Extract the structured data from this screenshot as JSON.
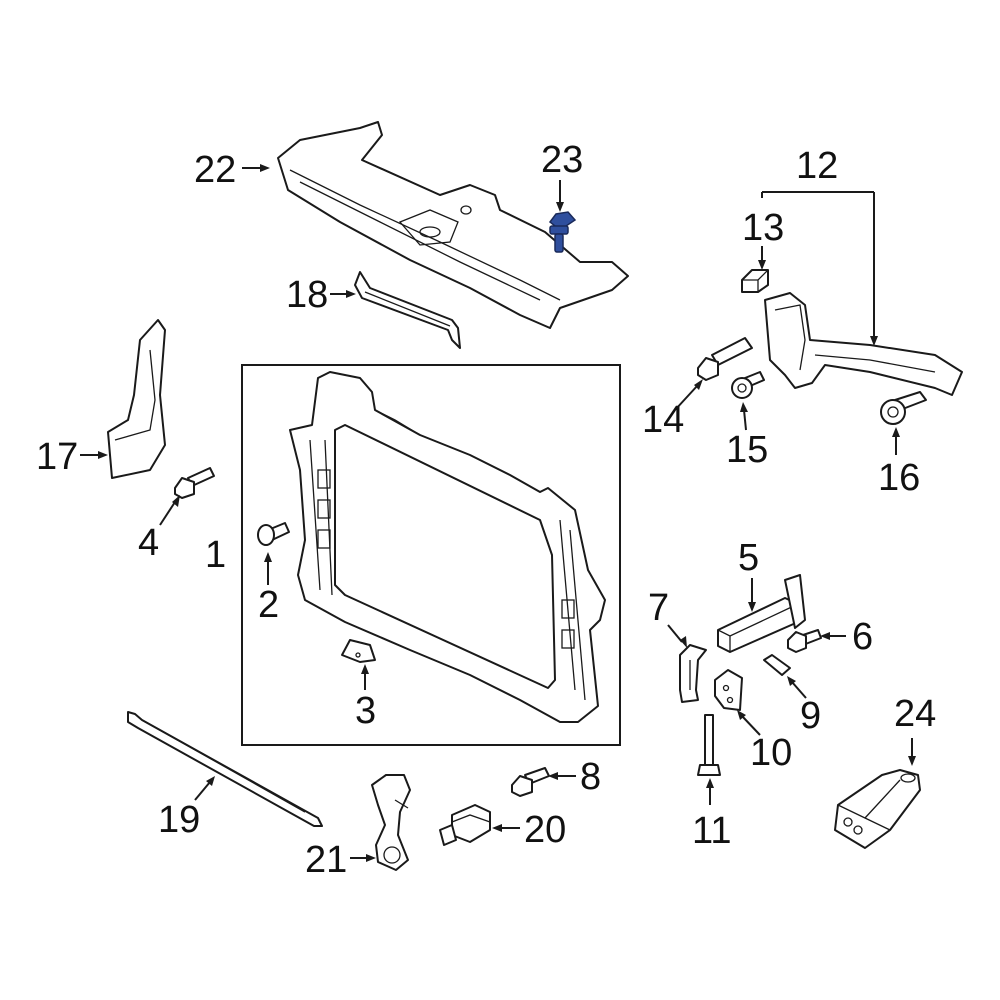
{
  "diagram": {
    "highlight_color": "#2f4f9e",
    "callouts": {
      "c1": "1",
      "c2": "2",
      "c3": "3",
      "c4": "4",
      "c5": "5",
      "c6": "6",
      "c7": "7",
      "c8": "8",
      "c9": "9",
      "c10": "10",
      "c11": "11",
      "c12": "12",
      "c13": "13",
      "c14": "14",
      "c15": "15",
      "c16": "16",
      "c17": "17",
      "c18": "18",
      "c19": "19",
      "c20": "20",
      "c21": "21",
      "c22": "22",
      "c23": "23",
      "c24": "24"
    }
  }
}
